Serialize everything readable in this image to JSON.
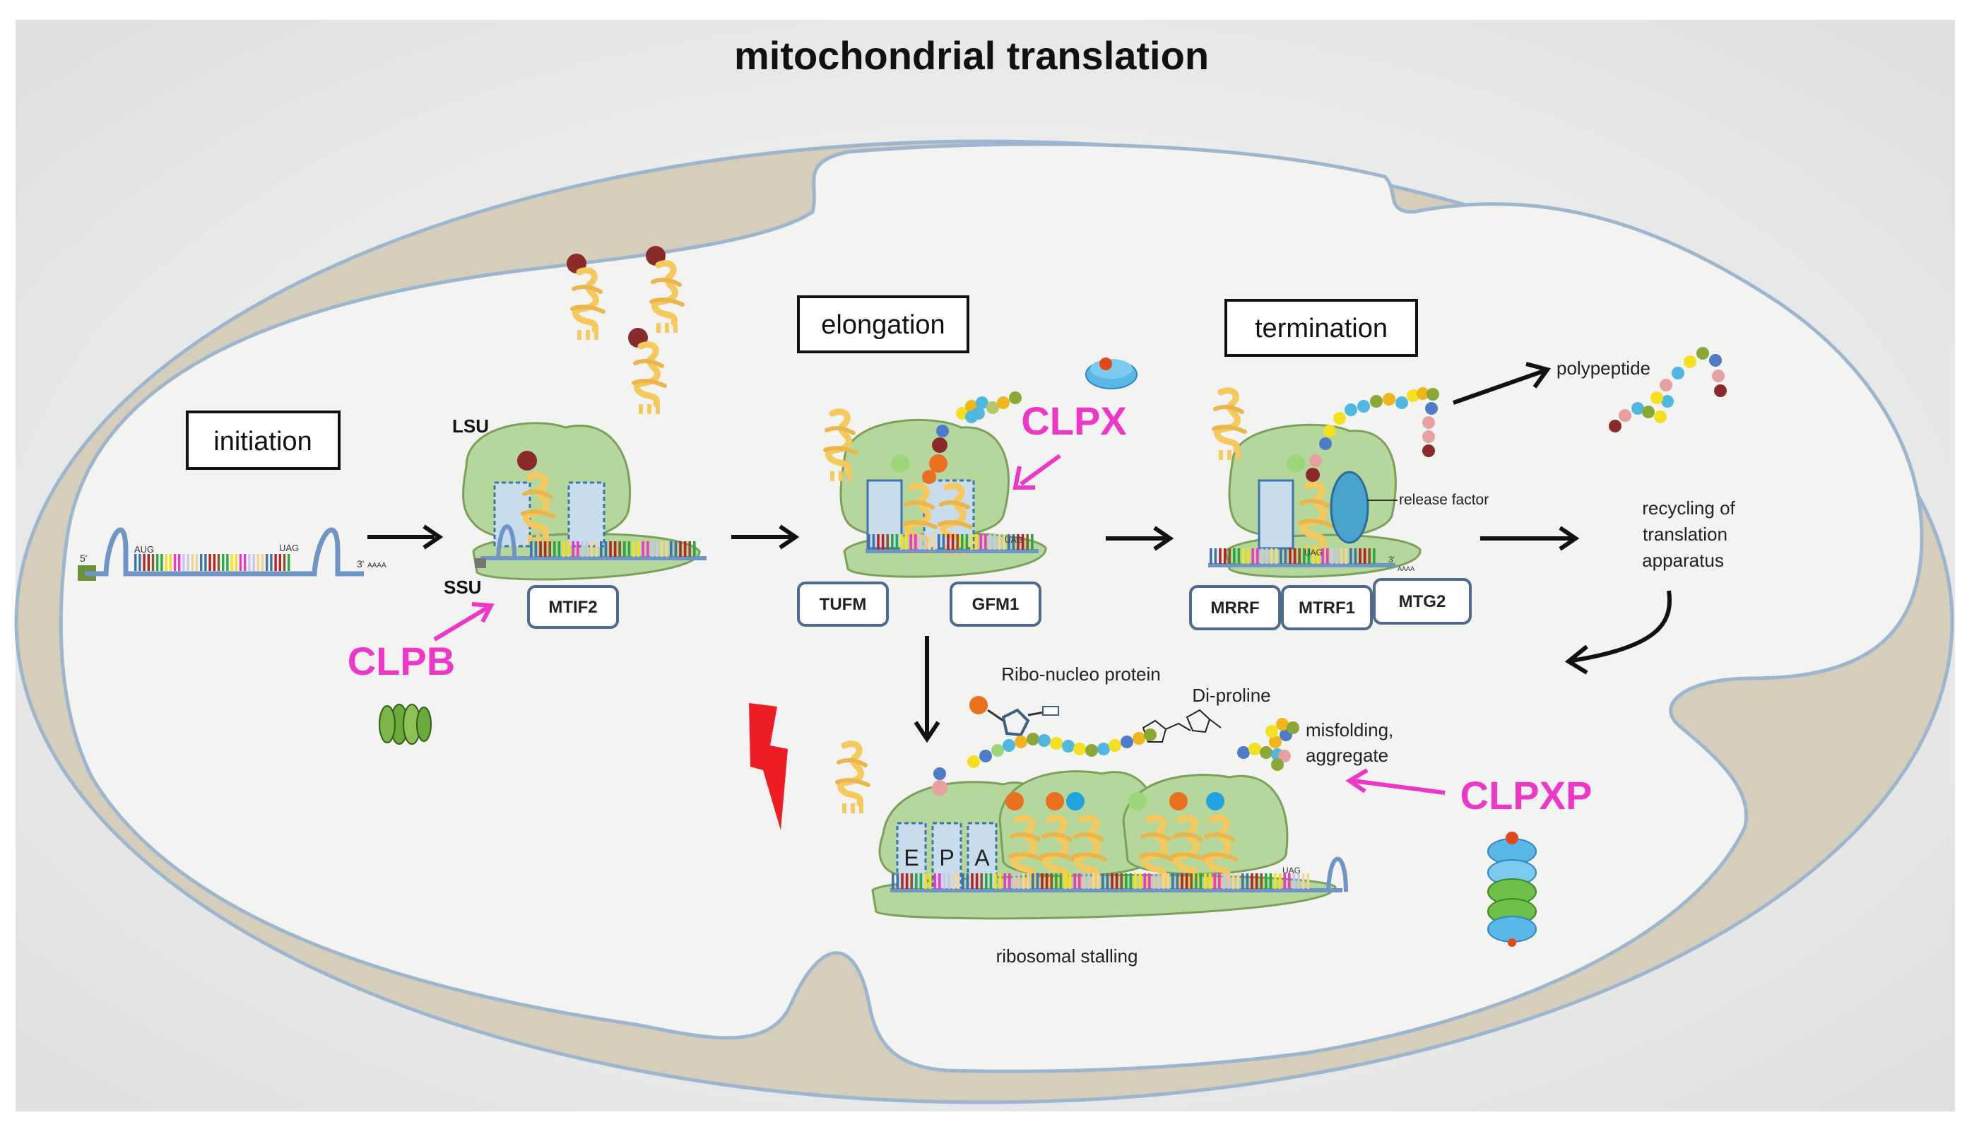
{
  "title": "mitochondrial translation",
  "stages": {
    "initiation": "initiation",
    "elongation": "elongation",
    "termination": "termination"
  },
  "factors": {
    "mtif2": "MTIF2",
    "tufm": "TUFM",
    "gfm1": "GFM1",
    "mrrf": "MRRF",
    "mtrf1": "MTRF1",
    "mtg2": "MTG2"
  },
  "proteases": {
    "clpb": "CLPB",
    "clpx": "CLPX",
    "clpxp": "CLPXP"
  },
  "labels": {
    "lsu": "LSU",
    "ssu": "SSU",
    "release_factor": "release factor",
    "polypeptide": "polypeptide",
    "recycling": [
      "recycling of",
      "translation",
      "apparatus"
    ],
    "ribonucleo": "Ribo-nucleo protein",
    "diproline": "Di-proline",
    "misfolding": [
      "misfolding,",
      "aggregate"
    ],
    "stalling": "ribosomal stalling",
    "site_e": "E",
    "site_p": "P",
    "site_a": "A",
    "five_prime": "5'",
    "three_prime": "3'",
    "poly_a": "AAAA",
    "aug": "AUG",
    "uag": "UAG"
  },
  "colors": {
    "ribosome": "#b6d79b",
    "ribosome_stroke": "#7aa05a",
    "trna": "#f6c95e",
    "membrane": "#d6cebb",
    "membrane_stroke": "#9cb6cf",
    "matrix": "#f1f1ee",
    "magenta": "#ee37c8",
    "mrna": "#6d95c6",
    "lightning": "#ee1c24",
    "box_stroke": "#4f6a8f"
  }
}
